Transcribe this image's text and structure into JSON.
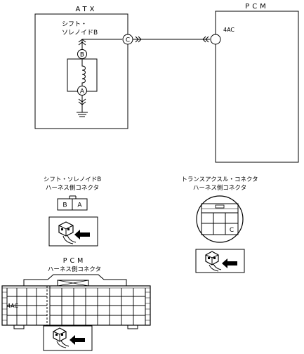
{
  "atx": {
    "title": "ATX",
    "solenoid_line1": "シフト・",
    "solenoid_line2": "ソレノイドB"
  },
  "pcm": {
    "title": "PCM",
    "terminal_label": "4AC"
  },
  "pins": {
    "connector_c": "C",
    "pin_b": "B",
    "pin_a": "A"
  },
  "solenoid_connector": {
    "title_line1": "シフト・ソレノイドB",
    "title_line2": "ハーネス側コネクタ",
    "pin_left": "B",
    "pin_right": "A"
  },
  "transaxle_connector": {
    "title_line1": "トランスアクスル・コネクタ",
    "title_line2": "ハーネス側コネクタ",
    "pin_label": "C"
  },
  "pcm_connector": {
    "title_line1": "PCM",
    "title_line2": "ハーネス側コネクタ",
    "terminal_label": "4AC"
  }
}
